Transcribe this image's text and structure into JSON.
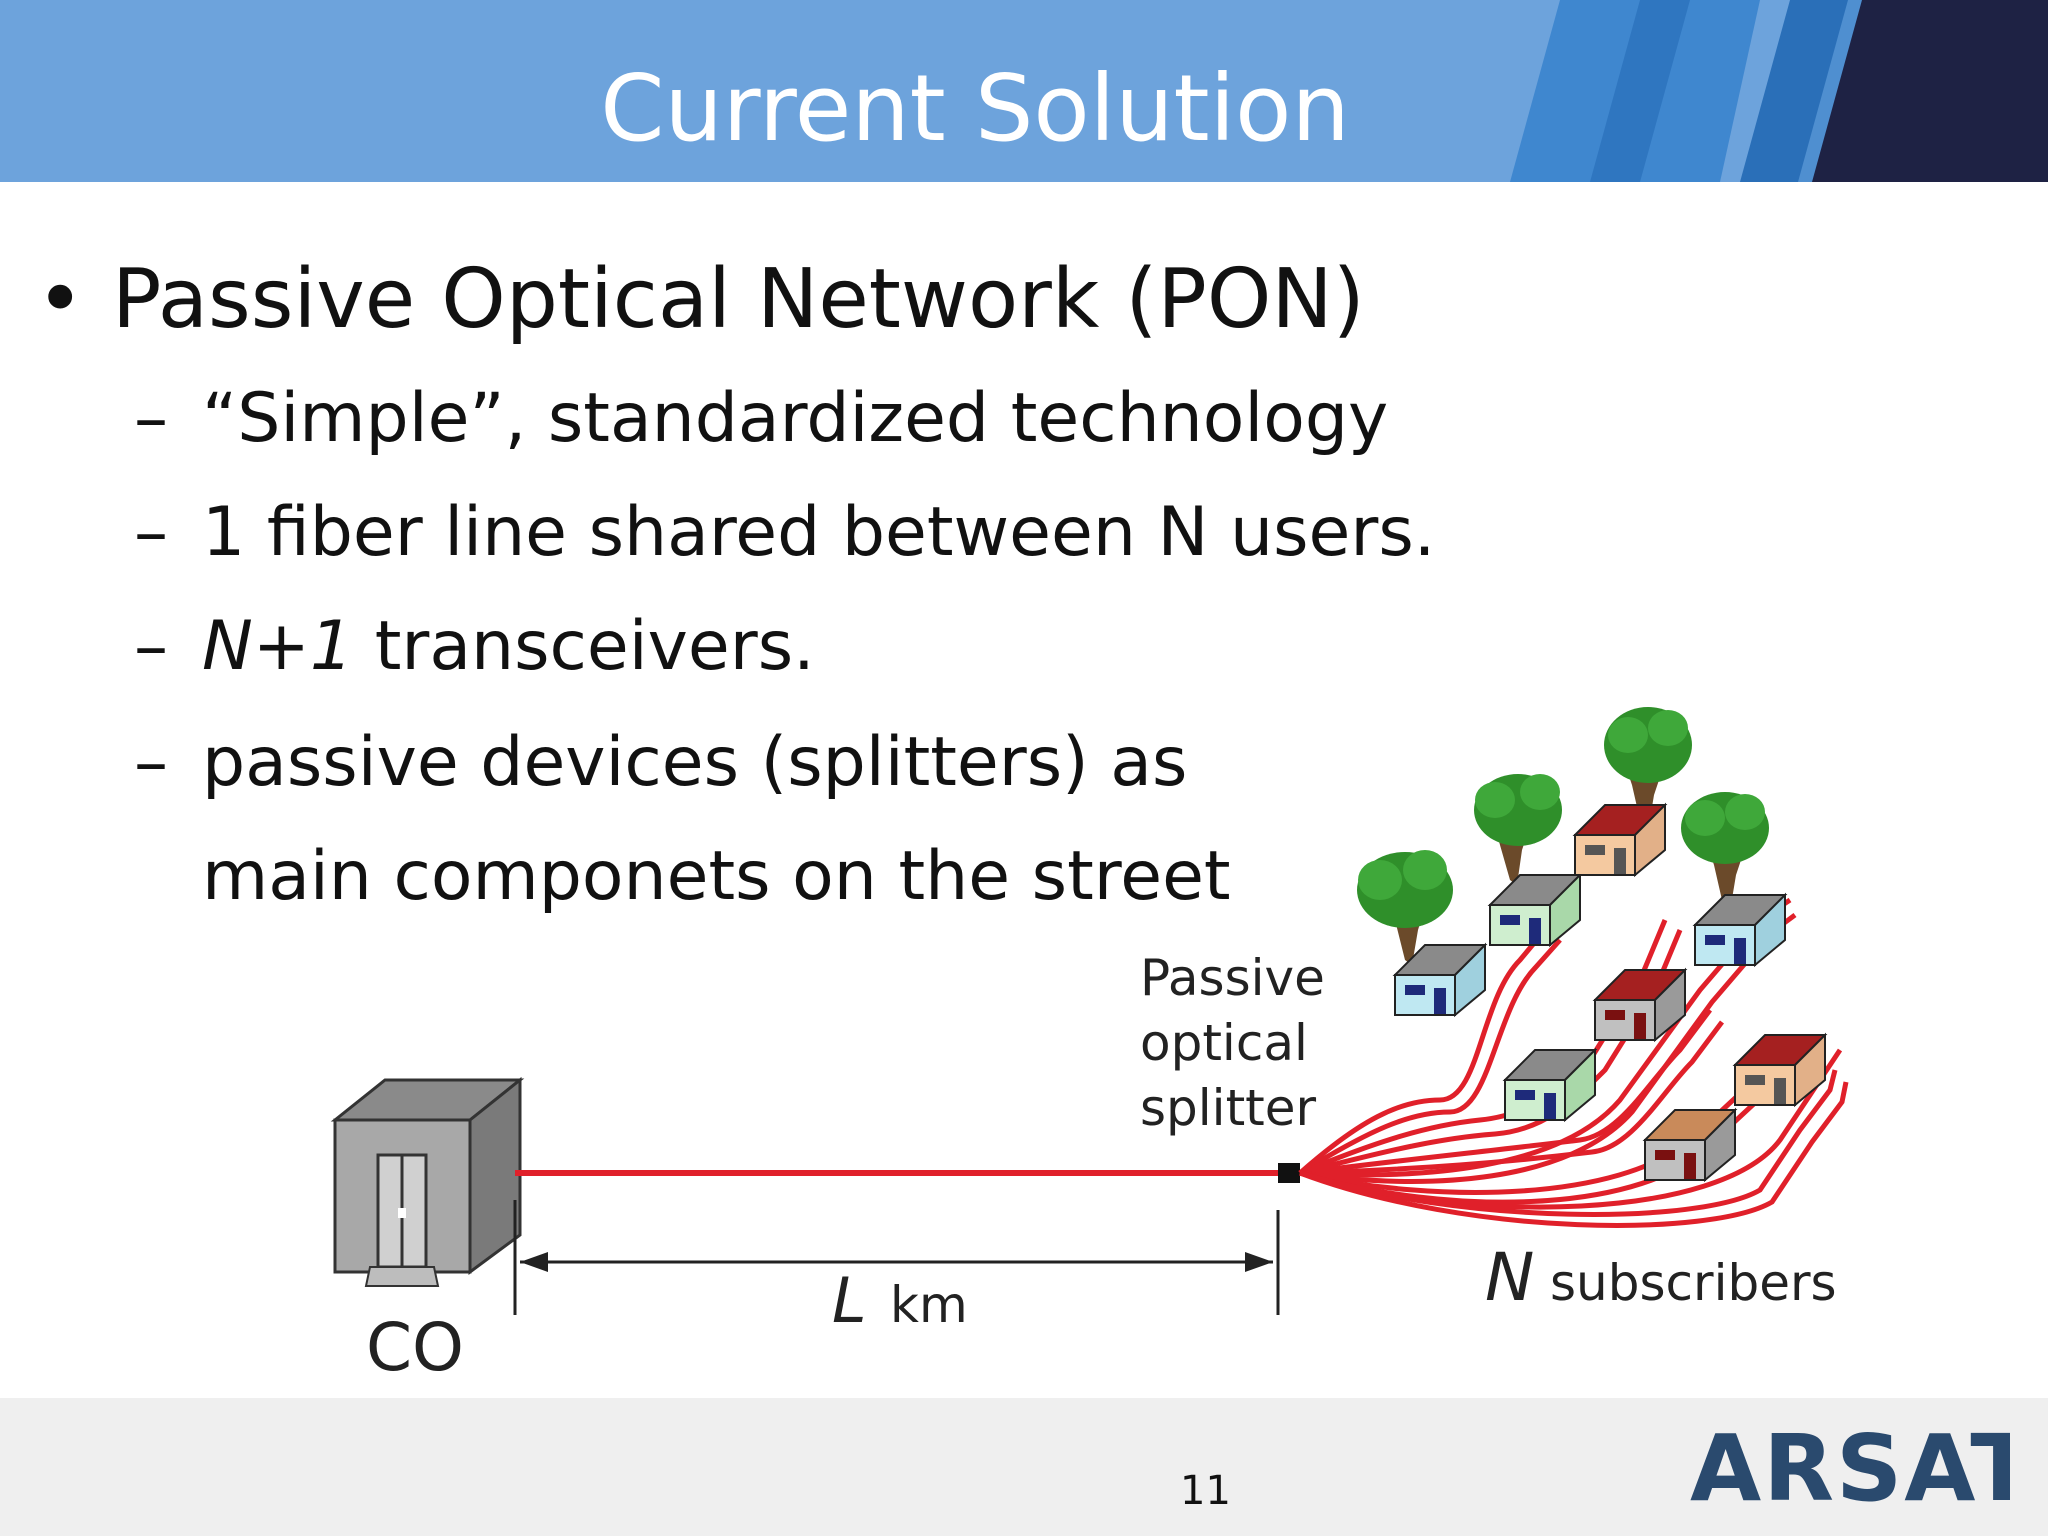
{
  "slide": {
    "title": "Current Solution",
    "bullet_marker": "•",
    "main_bullet": "Passive Optical Network (PON)",
    "dash": "–",
    "sub_bullets": [
      {
        "text": "“Simple”, standardized technology"
      },
      {
        "text_italic": "",
        "text": "1 fiber line shared between N users."
      },
      {
        "text_italic": "N+1",
        "text": " transceivers."
      },
      {
        "text": "passive devices (splitters) as"
      },
      {
        "text": "main  componets on the street"
      }
    ],
    "page_number": "11"
  },
  "diagram": {
    "co_label": "CO",
    "distance_italic": "L",
    "distance_unit": "km",
    "splitter_label_lines": [
      "Passive",
      "optical",
      "splitter"
    ],
    "subscribers_italic": "N",
    "subscribers_label": "subscribers",
    "fiber_color": "#e0202a"
  },
  "logo": {
    "text": "ARSAT",
    "color": "#2a4a6e"
  },
  "colors": {
    "header": "#6da3dc",
    "header_dark": "#1e2244",
    "footer": "#efefef"
  }
}
